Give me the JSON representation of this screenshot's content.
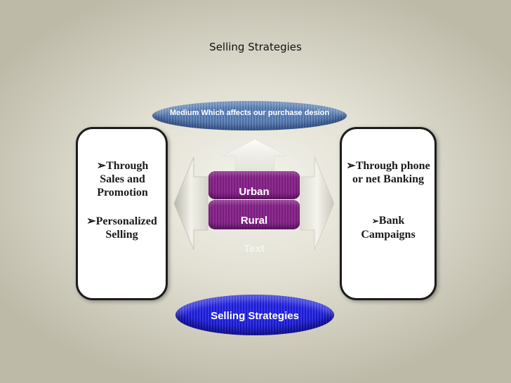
{
  "title": "Selling Strategies",
  "top_banner": {
    "label": "Medium Which affects our purchase desion"
  },
  "left_box": {
    "item1": "➢Through Sales and Promotion",
    "item2": "➢Personalized Selling"
  },
  "right_box": {
    "item1": "➢Through phone or net Banking",
    "item2_bullet": "➢",
    "item2_text": "Bank Campaigns"
  },
  "center_stack": {
    "items": [
      "Urban",
      "Rural"
    ],
    "faint_label": "Text"
  },
  "bottom_banner": {
    "label": "Selling Strategies"
  },
  "colors": {
    "top_banner": "#5b80b6",
    "bottom_banner": "#2828dc",
    "stack": "#86268a",
    "box_border": "#1c1c1c"
  }
}
